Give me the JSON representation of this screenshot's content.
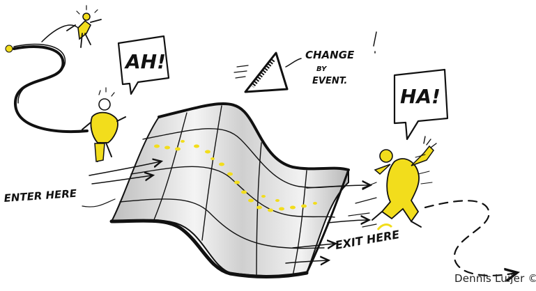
{
  "labels": {
    "bubble_left": "AH!",
    "bubble_right": "HA!",
    "change_line1": "CHANGE",
    "change_line2": "BY",
    "change_line3": "EVENT.",
    "enter": "ENTER HERE",
    "exit": "EXIT HERE"
  },
  "credit": "Dennis Luijer ©",
  "colors": {
    "accent_yellow": "#f2dd1c",
    "ink": "#111111",
    "surface_shade": "#c9c9c9"
  }
}
